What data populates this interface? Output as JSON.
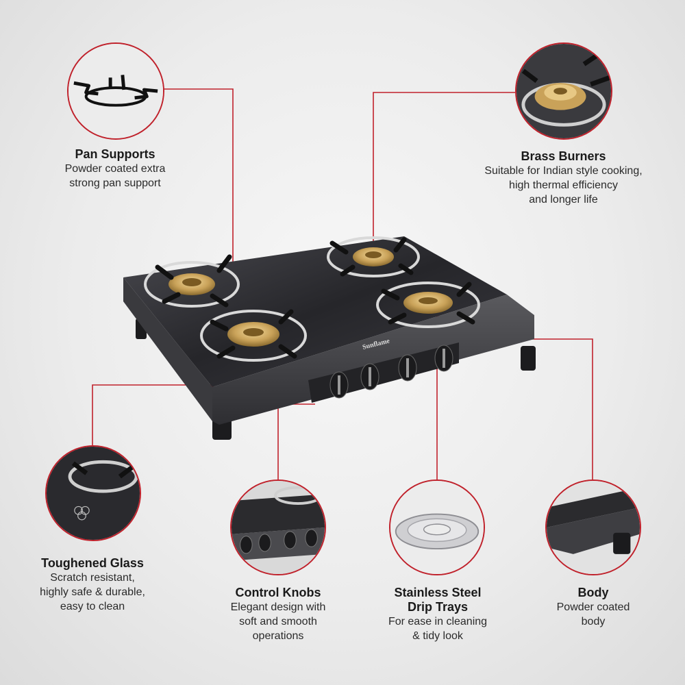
{
  "colors": {
    "accent": "#c0212b",
    "glass": "#2b2b2e",
    "brass": "#c9a259"
  },
  "product": {
    "brand": "Sunflame"
  },
  "features": [
    {
      "id": "pan-supports",
      "title": "Pan Supports",
      "desc": [
        "Powder coated extra",
        "strong pan support"
      ]
    },
    {
      "id": "brass-burners",
      "title": "Brass Burners",
      "desc": [
        "Suitable for Indian style cooking,",
        "high thermal efficiency",
        "and longer life"
      ]
    },
    {
      "id": "toughened-glass",
      "title": "Toughened Glass",
      "desc": [
        "Scratch resistant,",
        "highly safe & durable,",
        "easy to clean"
      ]
    },
    {
      "id": "control-knobs",
      "title": "Control Knobs",
      "desc": [
        "Elegant design with",
        "soft and smooth",
        "operations"
      ]
    },
    {
      "id": "drip-trays",
      "title": "Stainless Steel\nDrip Trays",
      "title_lines": [
        "Stainless Steel",
        "Drip Trays"
      ],
      "desc": [
        "For ease in cleaning",
        "& tidy look"
      ]
    },
    {
      "id": "body",
      "title": "Body",
      "desc": [
        "Powder coated",
        "body"
      ]
    }
  ]
}
